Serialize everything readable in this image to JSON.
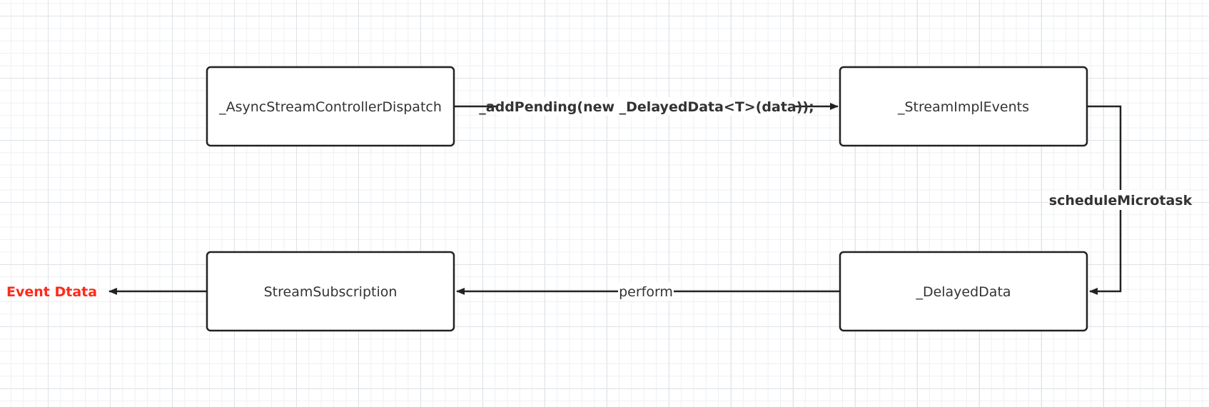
{
  "nodes": {
    "dispatch": {
      "label": "_AsyncStreamControllerDispatch"
    },
    "impl_events": {
      "label": "_StreamImplEvents"
    },
    "delayed_data": {
      "label": "_DelayedData"
    },
    "subscription": {
      "label": "StreamSubscription"
    }
  },
  "edges": {
    "add_pending": {
      "label": "_addPending(new _DelayedData<T>(data));"
    },
    "schedule_microtask": {
      "label": "scheduleMicrotask"
    },
    "perform": {
      "label": "perform"
    }
  },
  "output": {
    "label": "Event Dtata",
    "color": "#ff2a1a"
  },
  "colors": {
    "stroke": "#222222",
    "text": "#333333"
  }
}
